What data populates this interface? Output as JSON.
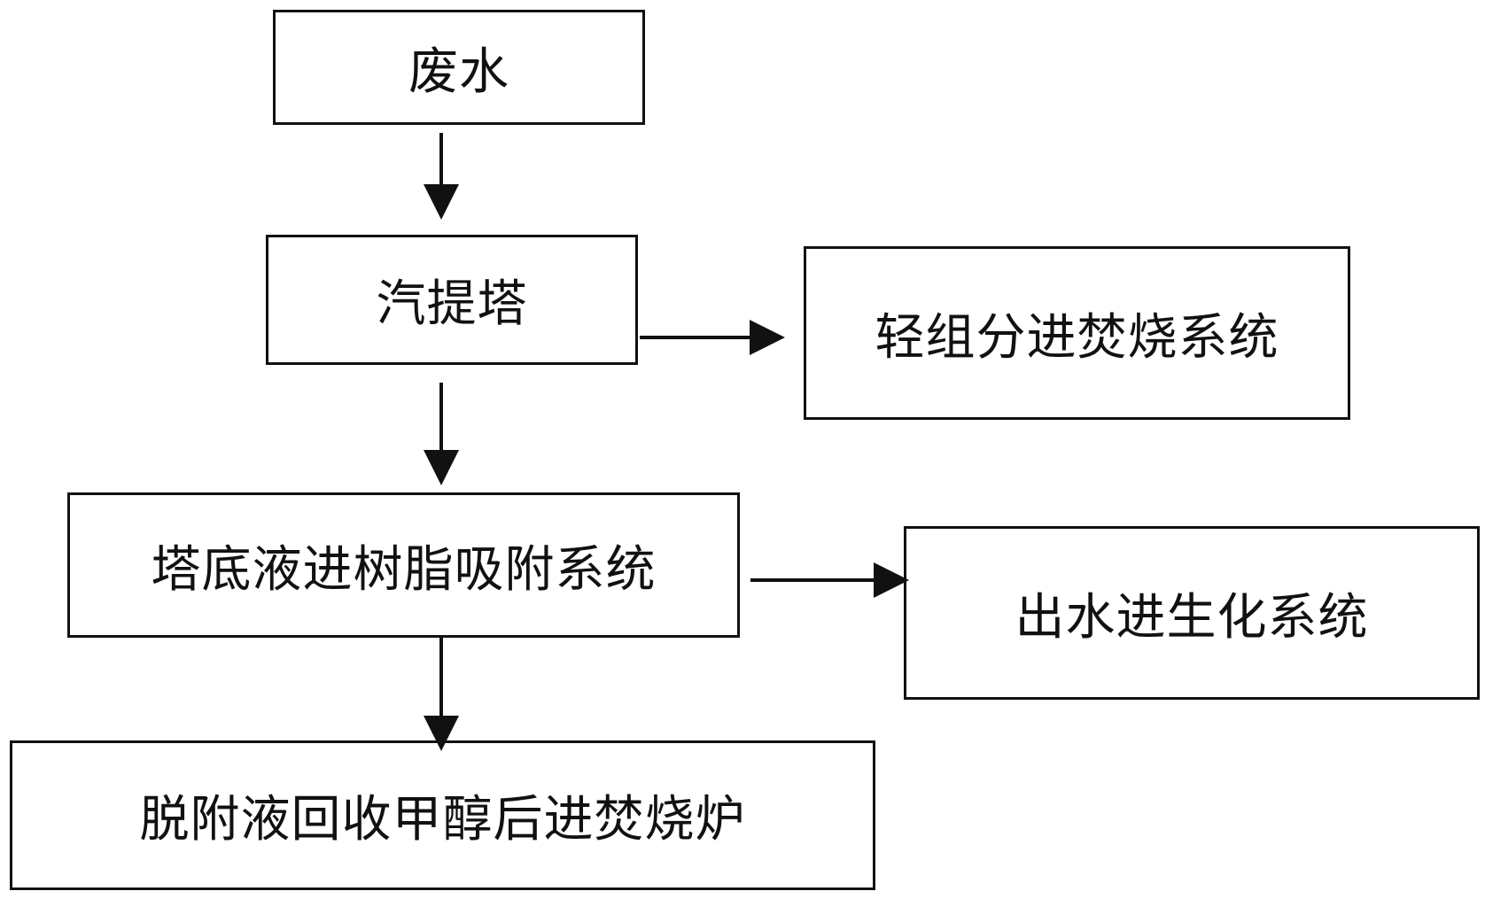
{
  "nodes": {
    "wastewater": "废水",
    "stripper": "汽提塔",
    "light_to_incineration": "轻组分进焚烧系统",
    "bottoms_to_resin": "塔底液进树脂吸附系统",
    "effluent_to_biochem": "出水进生化系统",
    "desorption_to_furnace": "脱附液回收甲醇后进焚烧炉"
  },
  "edges": [
    {
      "from": "wastewater",
      "to": "stripper"
    },
    {
      "from": "stripper",
      "to": "light_to_incineration"
    },
    {
      "from": "stripper",
      "to": "bottoms_to_resin"
    },
    {
      "from": "bottoms_to_resin",
      "to": "effluent_to_biochem"
    },
    {
      "from": "bottoms_to_resin",
      "to": "desorption_to_furnace"
    }
  ]
}
